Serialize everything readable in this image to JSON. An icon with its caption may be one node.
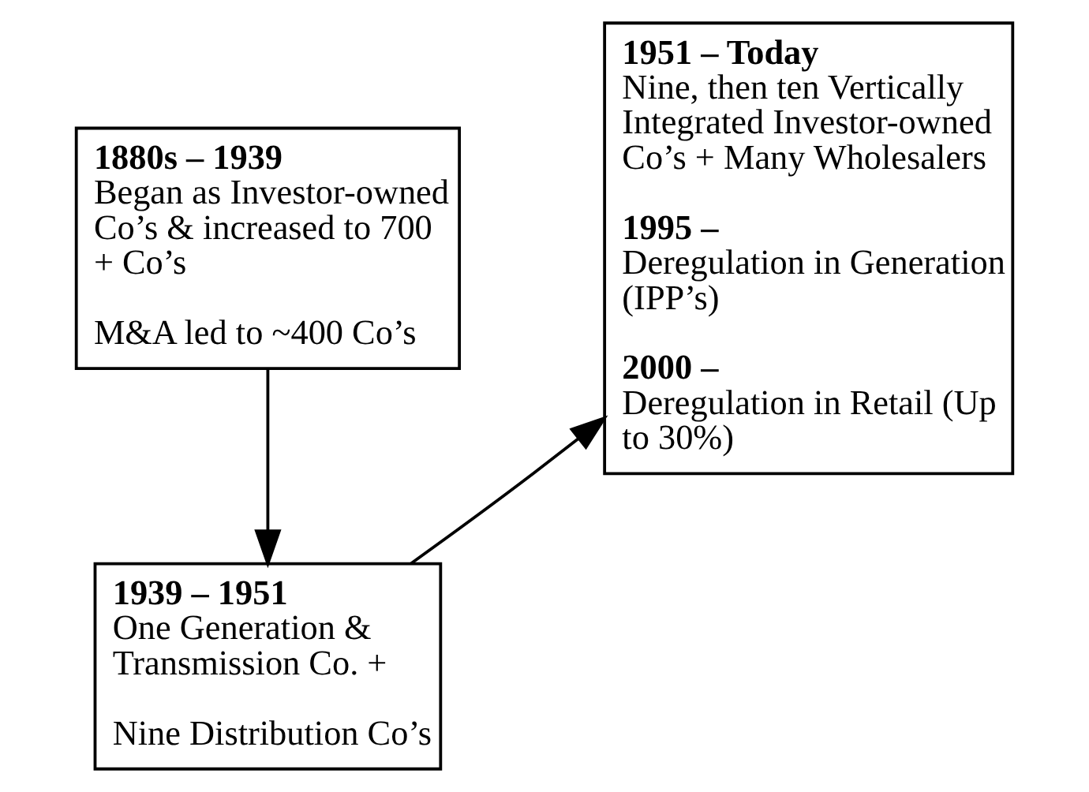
{
  "diagram": {
    "nodes": [
      {
        "text": [
          "1880s – 1939",
          "Began as Investor-owned Co’s & increased to 700 + Co’s",
          "M&A led to ~400 Co’s"
        ]
      },
      {
        "text": [
          "1939 – 1951",
          "One Generation & Transmission Co. +",
          "Nine Distribution Co’s"
        ]
      },
      {
        "text": [
          "1951 – Today",
          "Nine, then ten Vertically Integrated Investor-owned Co’s + Many Wholesalers",
          "1995 –",
          "Deregulation in Generation (IPP’s)",
          "2000 –",
          "Deregulation in Retail (Up to 30%)"
        ]
      }
    ],
    "edges": [
      {
        "from": 0,
        "to": 1,
        "arrow": "to"
      },
      {
        "from": 1,
        "to": 2,
        "arrow": "to"
      }
    ]
  }
}
